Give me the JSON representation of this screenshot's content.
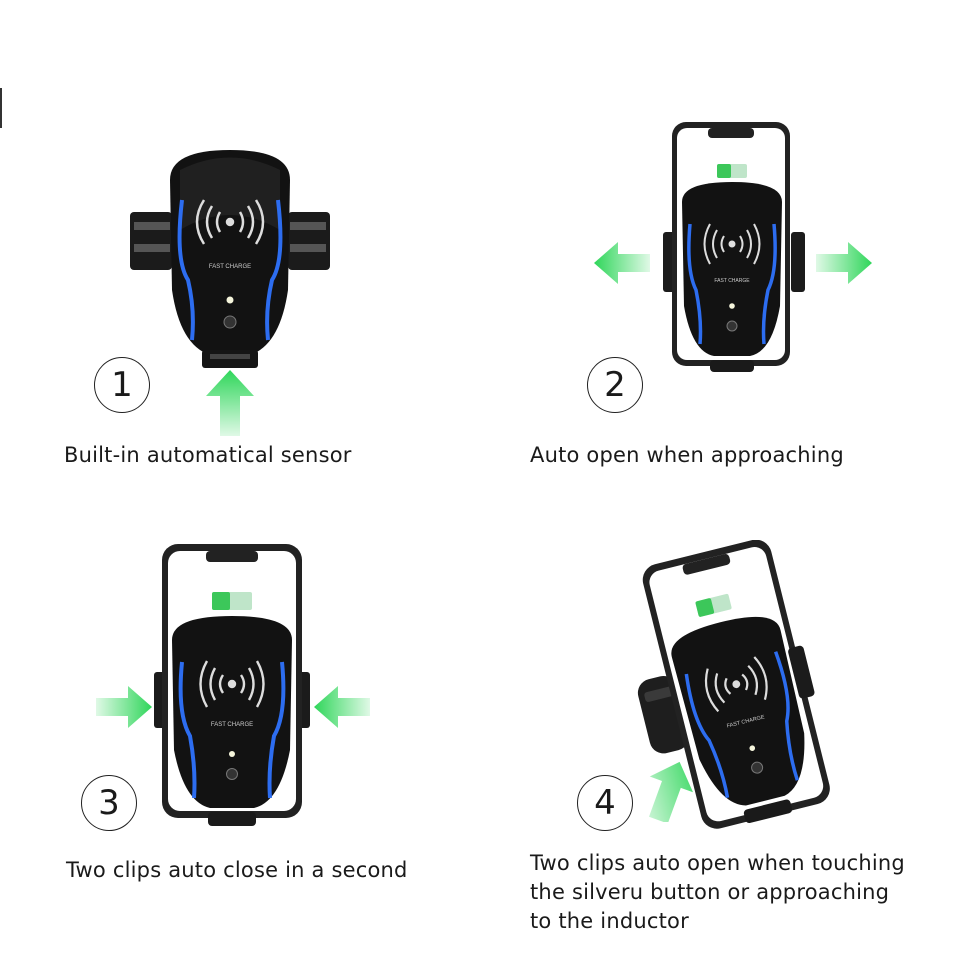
{
  "steps": [
    {
      "number": "1",
      "caption": [
        "Built-in automatical sensor"
      ]
    },
    {
      "number": "2",
      "caption": [
        "Auto open when approaching"
      ]
    },
    {
      "number": "3",
      "caption": [
        "Two clips auto close in a second"
      ]
    },
    {
      "number": "4",
      "caption": [
        "Two clips auto open when touching",
        "the silveru button or approaching",
        "to the inductor"
      ]
    }
  ],
  "device_label": "FAST CHARGE",
  "colors": {
    "arrow": "#2fd65a",
    "accent": "#2d6df0",
    "body": "#111111",
    "battery": "#3cc75a"
  }
}
